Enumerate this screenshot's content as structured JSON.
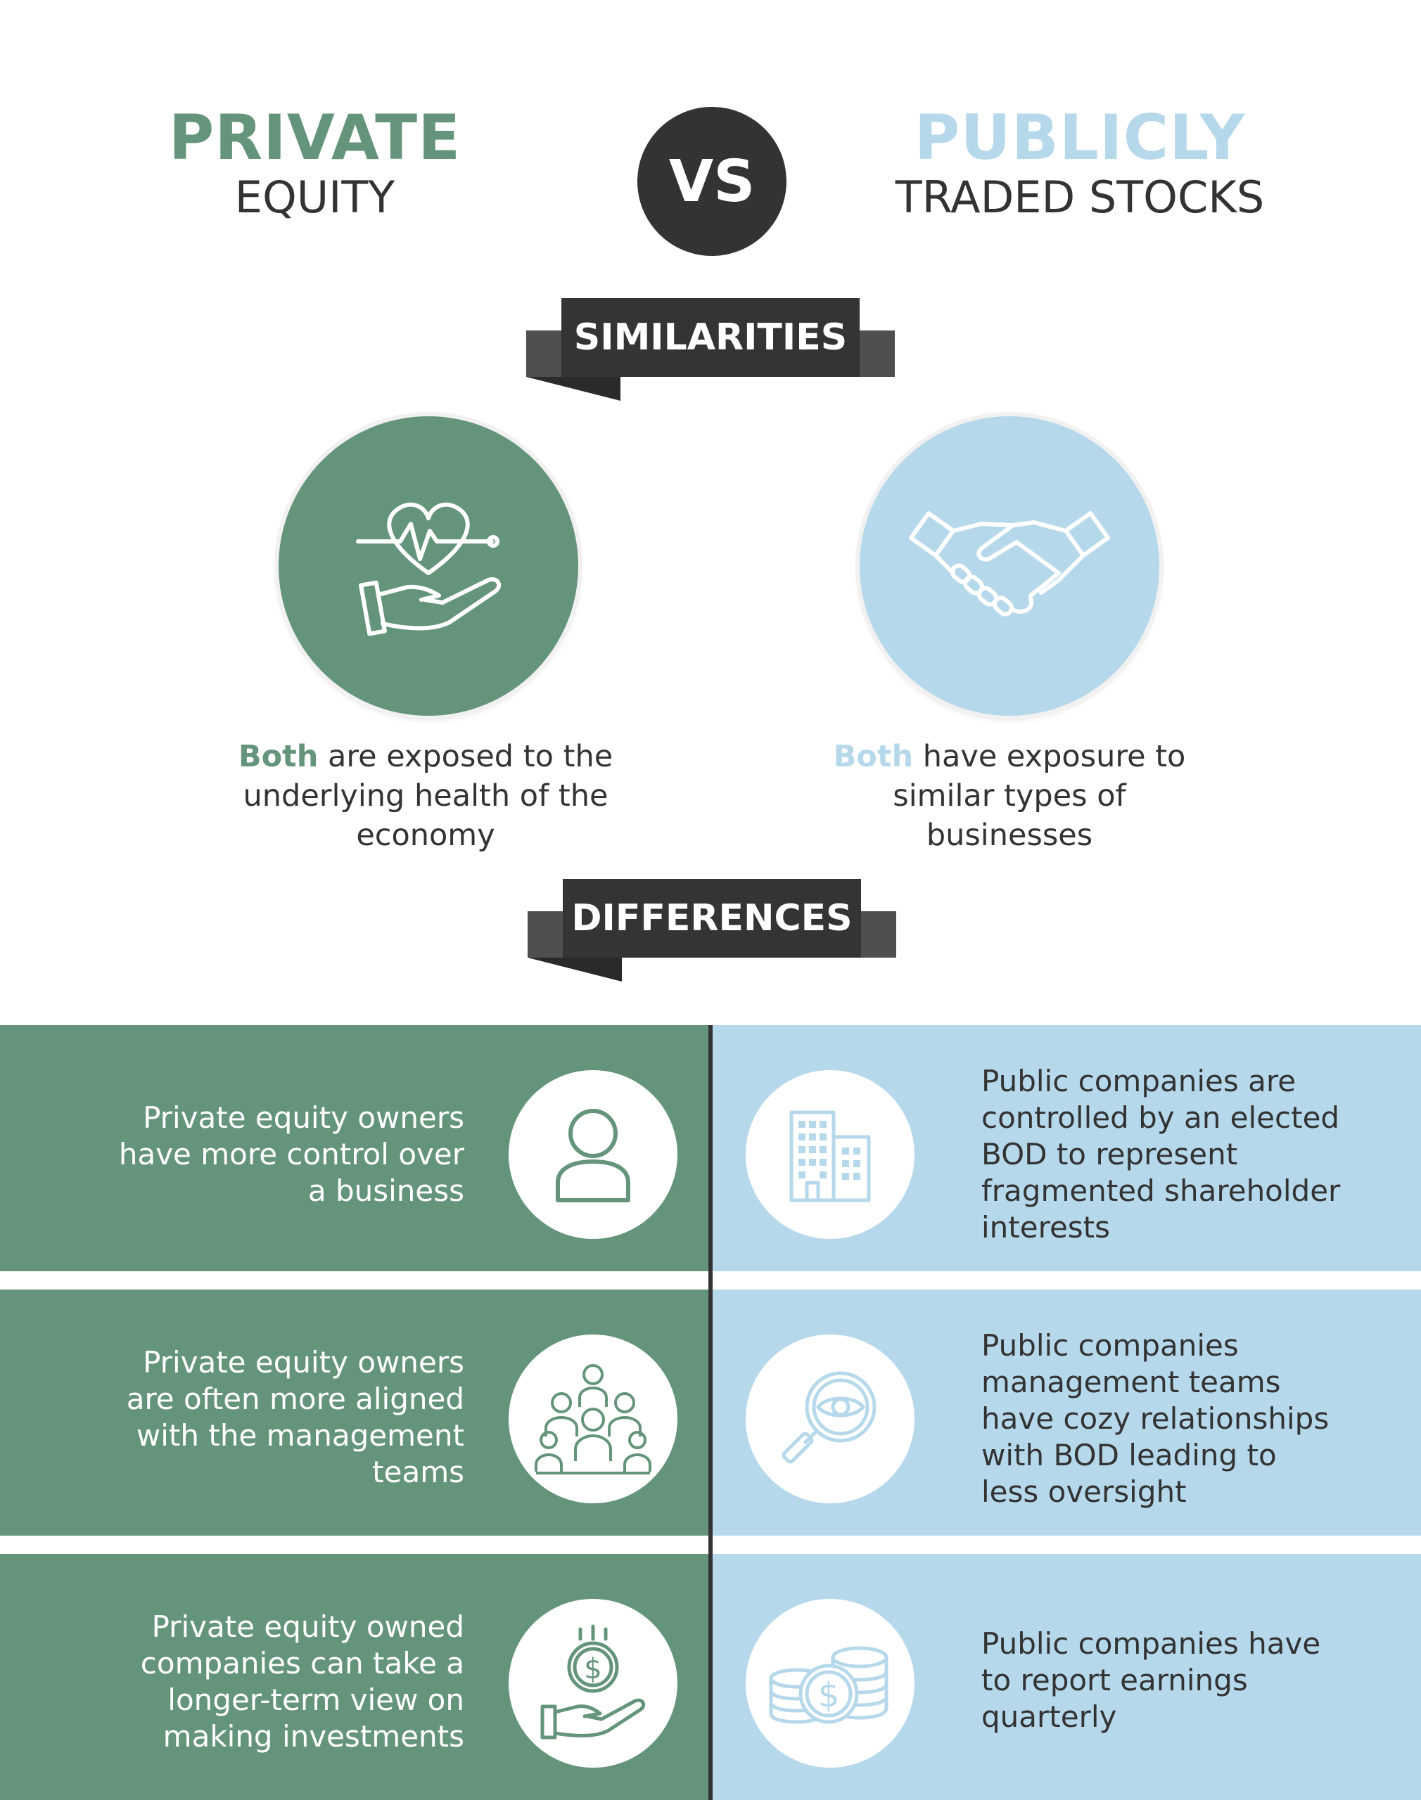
{
  "header": {
    "left_title": "PRIVATE",
    "left_subtitle": "EQUITY",
    "vs_label": "VS",
    "right_title": "PUBLICLY",
    "right_subtitle": "TRADED STOCKS"
  },
  "colors": {
    "private_green": "#64957a",
    "public_blue": "#b6d8eb",
    "dark": "#333333"
  },
  "similarities": {
    "heading": "SIMILARITIES",
    "items": [
      {
        "icon": "heart-in-hand-icon",
        "highlight": "Both",
        "line1_rest": " are exposed to the",
        "line2": "underlying health of the",
        "line3": "economy"
      },
      {
        "icon": "handshake-icon",
        "highlight": "Both",
        "line1_rest": " have exposure to",
        "line2": "similar types of",
        "line3": "businesses"
      }
    ]
  },
  "differences": {
    "heading": "DIFFERENCES",
    "private": [
      {
        "icon": "person-icon",
        "lines": [
          "Private equity owners",
          "have more control over",
          "a business"
        ]
      },
      {
        "icon": "team-icon",
        "lines": [
          "Private equity owners",
          "are often more aligned",
          "with the management",
          "teams"
        ]
      },
      {
        "icon": "money-in-hand-icon",
        "lines": [
          "Private equity owned",
          "companies can take a",
          "longer-term view on",
          "making investments"
        ]
      }
    ],
    "public": [
      {
        "icon": "buildings-icon",
        "lines": [
          "Public companies are",
          "controlled by an elected",
          "BOD to represent",
          "fragmented shareholder",
          "interests"
        ]
      },
      {
        "icon": "magnifier-eye-icon",
        "lines": [
          "Public companies",
          "management teams",
          "have cozy relationships",
          "with BOD leading to",
          "less oversight"
        ]
      },
      {
        "icon": "coins-icon",
        "lines": [
          "Public companies have",
          "to report earnings",
          "quarterly"
        ]
      }
    ]
  }
}
